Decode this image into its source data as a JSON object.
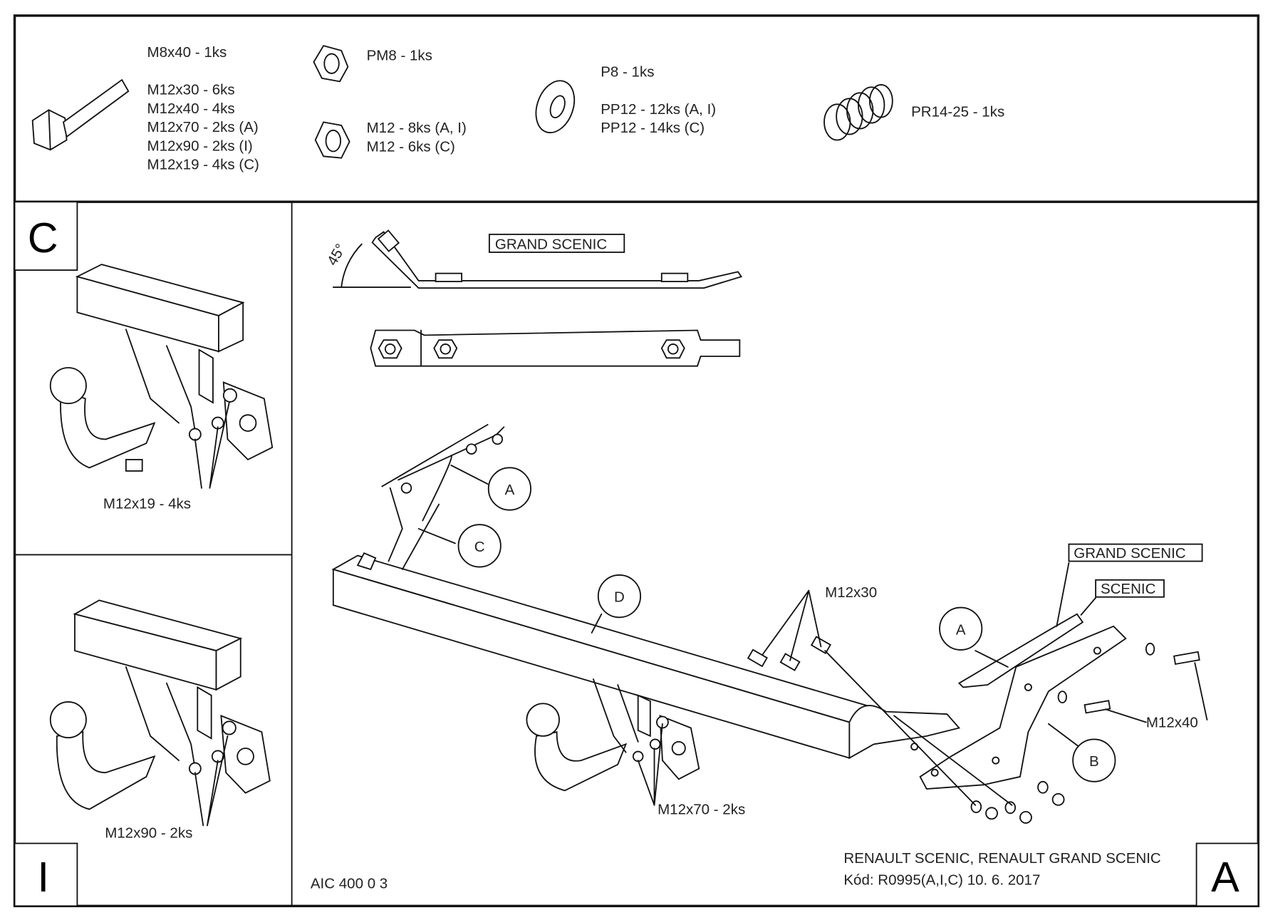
{
  "parts": {
    "bolts": [
      "M8x40 - 1ks",
      "M12x30 - 6ks",
      "M12x40 - 4ks",
      "M12x70 - 2ks (A)",
      "M12x90 - 2ks (I)",
      "M12x19 - 4ks (C)"
    ],
    "self_locking_nut": "PM8 - 1ks",
    "nuts": [
      "M12 - 8ks (A, I)",
      "M12 - 6ks (C)"
    ],
    "washers": [
      "P8 - 1ks",
      "PP12 - 12ks (A, I)",
      "PP12 - 14ks (C)"
    ],
    "spring": "PR14-25 - 1ks"
  },
  "variant_c": {
    "letter": "C",
    "bolt_label": "M12x19 - 4ks"
  },
  "variant_i": {
    "letter": "I",
    "bolt_label": "M12x90 - 2ks"
  },
  "main": {
    "angle_label": "45°",
    "grand_scenic_label": "GRAND SCENIC",
    "callouts": {
      "a": "A",
      "c": "C",
      "d": "D",
      "a2": "A",
      "b": "B"
    },
    "bolt_m12x30": "M12x30",
    "bolt_m12x40": "M12x40",
    "bolt_m12x70": "M12x70 - 2ks",
    "grand_scenic_tag": "GRAND SCENIC",
    "scenic_tag": "SCENIC",
    "drawing_code": "AIC 400 0 3",
    "title": "RENAULT SCENIC, RENAULT GRAND SCENIC",
    "code_date": "Kód: R0995(A,I,C)  10. 6. 2017",
    "sheet_letter": "A"
  }
}
